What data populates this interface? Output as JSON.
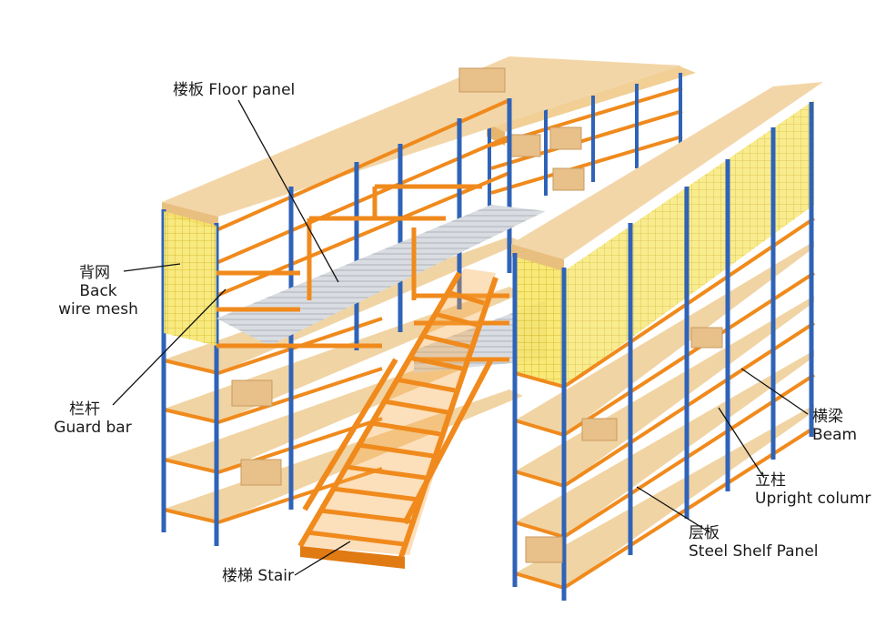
{
  "labels": {
    "floor_panel": {
      "zh": "楼板",
      "en": "Floor panel"
    },
    "back_wire_mesh": {
      "zh": "背网",
      "en_line1": "Back",
      "en_line2": "wire mesh"
    },
    "guard_bar": {
      "zh": "栏杆",
      "en": "Guard bar"
    },
    "stair": {
      "zh": "楼梯",
      "en": "Stair"
    },
    "beam": {
      "zh": "横梁",
      "en": "Beam"
    },
    "upright_column": {
      "zh": "立柱",
      "en": "Upright columr"
    },
    "steel_shelf_panel": {
      "zh": "层板",
      "en": "Steel Shelf Panel"
    }
  },
  "colors": {
    "upright": "#2f63b8",
    "beam": "#f08a1c",
    "shelf": "#f3d6a8",
    "mesh": "#f4dd2a",
    "floor": "#cfd4da",
    "box": "#e8c089"
  }
}
